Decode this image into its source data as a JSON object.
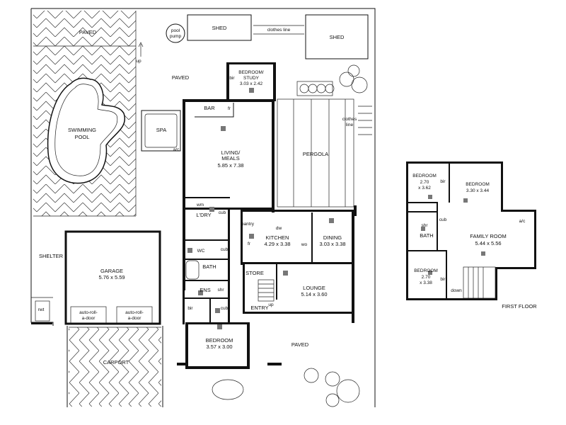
{
  "ground_floor": {
    "paved_top": "PAVED",
    "pool_pump": [
      "pool",
      "pump"
    ],
    "shed_left": "SHED",
    "clothes_line_top": "clothes line",
    "shed_right": "SHED",
    "up_arrow": "up",
    "paved_mid": "PAVED",
    "bedroom_study": {
      "name": [
        "BEDROOM/",
        "STUDY"
      ],
      "size": "3.03 x 2.42"
    },
    "bir_study": "bir",
    "swimming_pool": [
      "SWIMMING",
      "POOL"
    ],
    "spa": "SPA",
    "bar": "BAR",
    "fr_bar": "fr",
    "clothes_line_side": [
      "clothes",
      "line"
    ],
    "ac_living": "a/c",
    "living_meals": {
      "name": [
        "LIVING/",
        "MEALS"
      ],
      "size": "5.85 x 7.38"
    },
    "pergola": "PERGOLA",
    "ldry": "L'DRY",
    "wm": "wm",
    "cub_ldry": "cub",
    "pantry": "pantry",
    "dw": "dw",
    "kitchen": {
      "name": "KITCHEN",
      "size": "4.29 x 3.38"
    },
    "fr_kitchen": "fr",
    "wo": "wo",
    "dining": {
      "name": "DINING",
      "size": "3.03 x 3.38"
    },
    "shelter": "SHELTER",
    "garage": {
      "name": "GARAGE",
      "size": "5.76 x 5.59"
    },
    "wc": "WC",
    "cub_wc": "cub",
    "bath": "BATH",
    "store": "STORE",
    "ens": "ENS",
    "shr_ens": "shr",
    "lounge": {
      "name": "LOUNGE",
      "size": "5.14 x 3.60"
    },
    "up_entry": "up",
    "rwt": "rwt",
    "door_left": [
      "auto-roll-",
      "a-door"
    ],
    "door_right": [
      "auto-roll-",
      "a-door"
    ],
    "bir_ens": "bir",
    "cub_ens": "cub",
    "entry": "ENTRY",
    "bedroom_main": {
      "name": "BEDROOM",
      "size": "3.57 x 3.00"
    },
    "paved_bottom": "PAVED",
    "carport": "CARPORT"
  },
  "first_floor": {
    "title": "FIRST FLOOR",
    "bedroom_1": {
      "name": "BEDROOM",
      "size": [
        "2.70",
        "x 3.62"
      ]
    },
    "bir_1": "bir",
    "bedroom_2": {
      "name": "BEDROOM",
      "size": "3.30 x 3.44"
    },
    "ac": "a/c",
    "shr": "shr",
    "cub": "cub",
    "bath": "BATH",
    "family_room": {
      "name": "FAMILY ROOM",
      "size": "5.44 x 5.56"
    },
    "bedroom_3": {
      "name": "BEDROOM",
      "size": [
        "2.70",
        "x 3.38"
      ]
    },
    "bir_3": "bir",
    "down": "down"
  },
  "colors": {
    "walls": "#111111",
    "background": "#ffffff",
    "fixtures": "#777777"
  }
}
